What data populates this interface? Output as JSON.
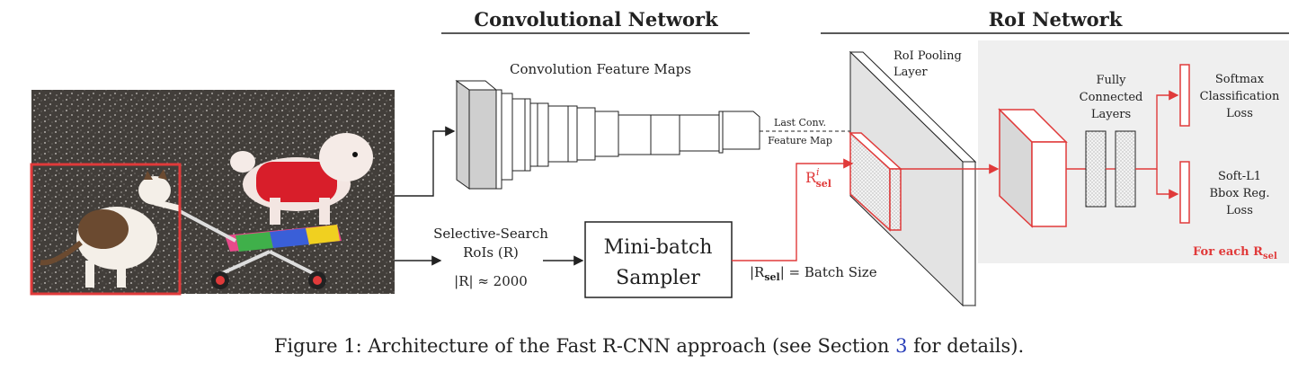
{
  "headers": {
    "conv": "Convolutional Network",
    "roi": "RoI Network"
  },
  "labels": {
    "conv_maps": "Convolution Feature Maps",
    "last_conv_1": "Last Conv.",
    "last_conv_2": "Feature Map",
    "roi_pool_1": "RoI Pooling",
    "roi_pool_2": "Layer",
    "fc_1": "Fully",
    "fc_2": "Connected",
    "fc_3": "Layers",
    "softmax_1": "Softmax",
    "softmax_2": "Classification",
    "softmax_3": "Loss",
    "bbox_1": "Soft-L1",
    "bbox_2": "Bbox Reg.",
    "bbox_3": "Loss",
    "selective_1": "Selective-Search",
    "selective_2": "RoIs (R)",
    "selective_3": "|R| ≈ 2000",
    "sampler_1": "Mini-batch",
    "sampler_2": "Sampler",
    "batch_size": "|Rsel| = Batch Size",
    "rsel": "R",
    "rsel_sup": "i",
    "rsel_sub": "sel",
    "foreach": "For each R",
    "foreach_sub": "sel"
  },
  "caption": {
    "prefix": "Figure 1: Architecture of the Fast R-CNN approach (see Section ",
    "ref": "3",
    "suffix": " for details)."
  },
  "colors": {
    "accent_red": "#e03a3a",
    "panel_gray": "#efefef",
    "link_blue": "#2a3fb8"
  }
}
